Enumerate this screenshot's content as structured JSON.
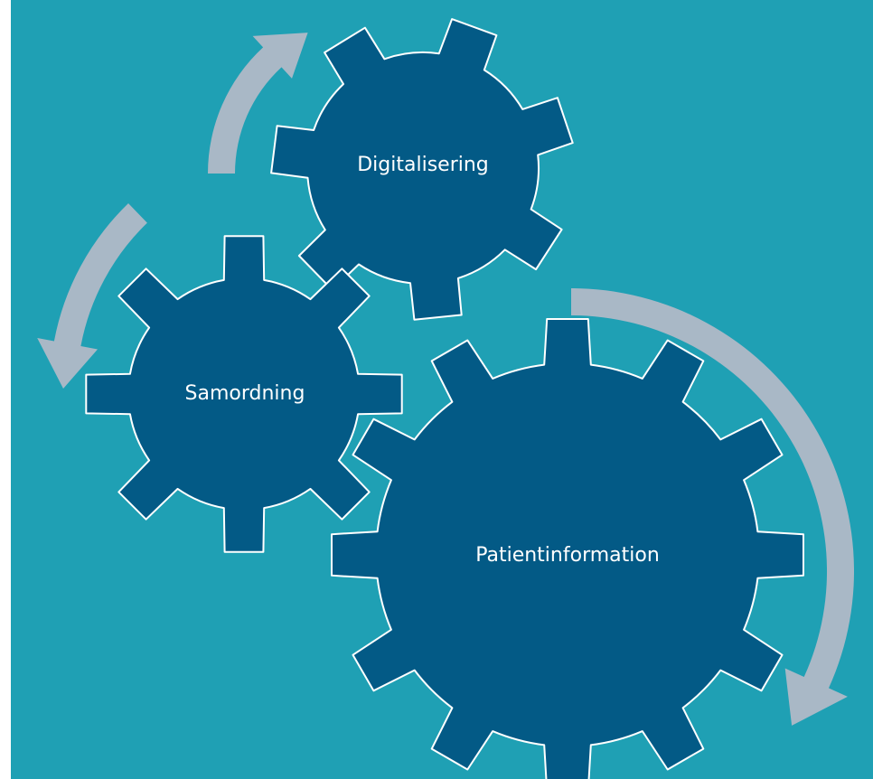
{
  "colors": {
    "background": "#1fa0b4",
    "gear_fill": "#035a86",
    "gear_stroke": "#ffffff",
    "arrow": "#a9b8c6",
    "label": "#ffffff"
  },
  "gears": {
    "digitalisering": {
      "label": "Digitalisering",
      "icon": "gear-icon"
    },
    "samordning": {
      "label": "Samordning",
      "icon": "gear-icon"
    },
    "patientinformation": {
      "label": "Patientinformation",
      "icon": "gear-icon"
    }
  },
  "arrows": {
    "top": {
      "icon": "curved-arrow-up-icon"
    },
    "left": {
      "icon": "curved-arrow-down-icon"
    },
    "right": {
      "icon": "curved-arrow-down-icon"
    }
  }
}
